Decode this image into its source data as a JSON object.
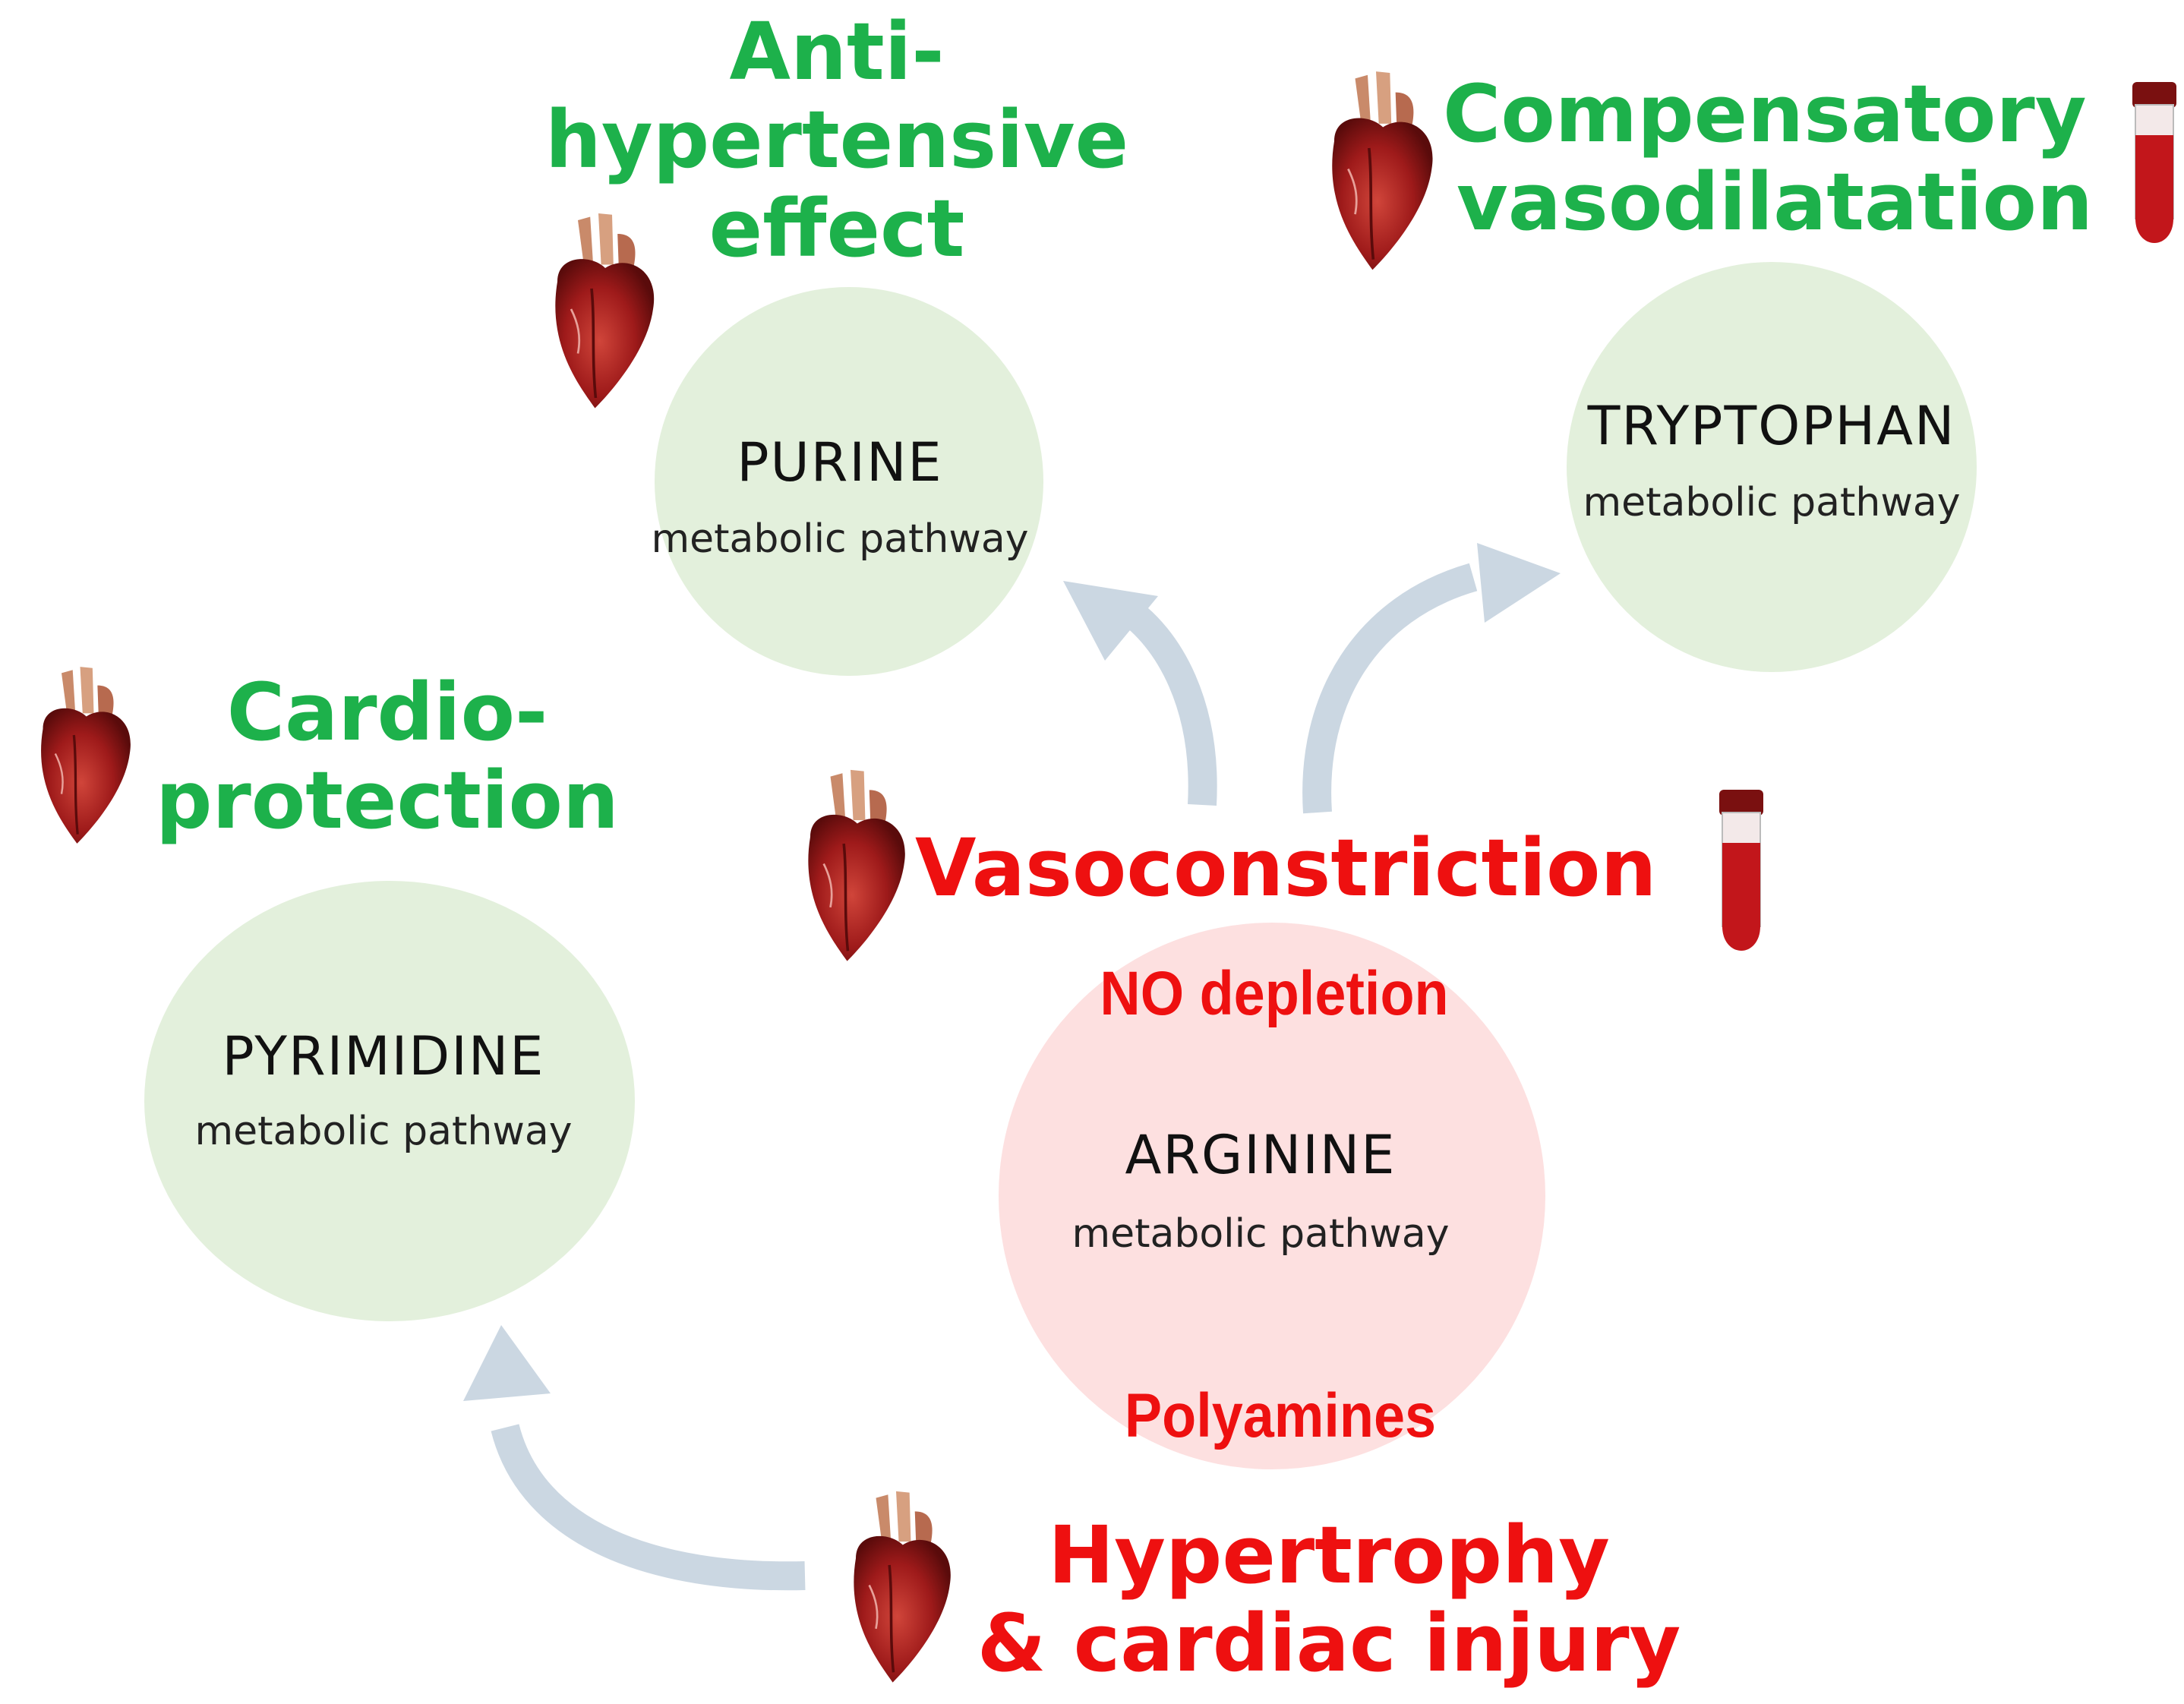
{
  "colors": {
    "positive": "#1db14b",
    "negative": "#ee1010",
    "green_fill": "#e3f0dc",
    "red_fill": "#fde0e0",
    "arrow": "#cbd7e2",
    "heart": "#a11b1b",
    "tube_blood": "#c2161b",
    "tube_cap": "#7a1010"
  },
  "nodes": {
    "purine": {
      "title": "PURINE",
      "subtitle": "metabolic pathway"
    },
    "tryptophan": {
      "title": "TRYPTOPHAN",
      "subtitle": "metabolic pathway"
    },
    "pyrimidine": {
      "title": "PYRIMIDINE",
      "subtitle": "metabolic pathway"
    },
    "arginine": {
      "title": "ARGININE",
      "subtitle": "metabolic pathway"
    }
  },
  "effects": {
    "anti_hypertensive": [
      "Anti-",
      "hypertensive",
      "effect"
    ],
    "compensatory": [
      "Compensatory",
      "vasodilatation"
    ],
    "cardioprotection": [
      "Cardio-",
      "protection"
    ],
    "vasoconstriction": [
      "Vasoconstriction"
    ],
    "hypertrophy": [
      "Hypertrophy",
      "& cardiac injury"
    ]
  },
  "arginine_notes": {
    "no_depletion": "NO depletion",
    "polyamines": "Polyamines"
  },
  "icons": {
    "heart": "heart-icon",
    "blood_tube": "blood-tube-icon"
  }
}
